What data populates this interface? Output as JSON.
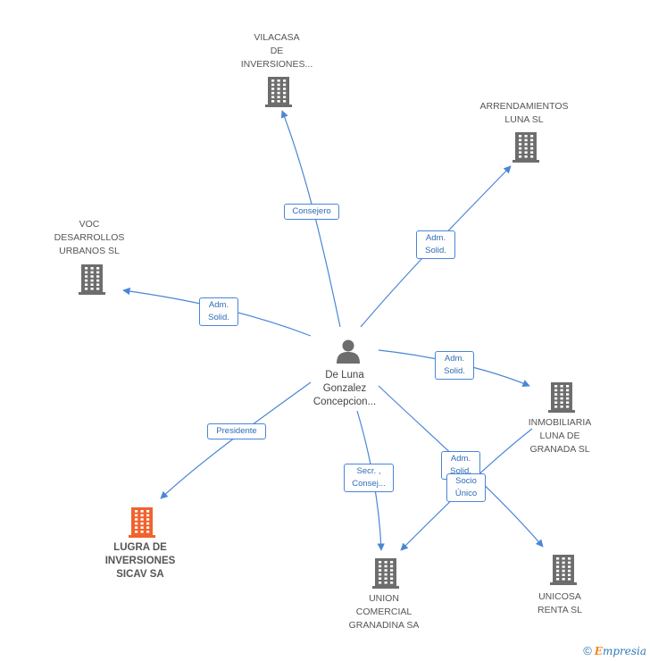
{
  "center": {
    "name": "De Luna\nGonzalez\nConcepcion..."
  },
  "nodes": [
    {
      "id": "vilacasa",
      "label": "VILACASA\nDE\nINVERSIONES...",
      "highlight": false
    },
    {
      "id": "arrendamientos",
      "label": "ARRENDAMIENTOS\nLUNA SL",
      "highlight": false
    },
    {
      "id": "voc",
      "label": "VOC\nDESARROLLOS\nURBANOS  SL",
      "highlight": false
    },
    {
      "id": "inmobiliaria",
      "label": "INMOBILIARIA\nLUNA DE\nGRANADA SL",
      "highlight": false
    },
    {
      "id": "lugra",
      "label": "LUGRA DE\nINVERSIONES\nSICAV SA",
      "highlight": true
    },
    {
      "id": "union",
      "label": "UNION\nCOMERCIAL\nGRANADINA SA",
      "highlight": false
    },
    {
      "id": "unicosa",
      "label": "UNICOSA\nRENTA SL",
      "highlight": false
    }
  ],
  "edge_labels": [
    {
      "id": "consejero",
      "text": "Consejero"
    },
    {
      "id": "adm-arrend",
      "text": "Adm.\nSolid."
    },
    {
      "id": "adm-voc",
      "text": "Adm.\nSolid."
    },
    {
      "id": "adm-inmob",
      "text": "Adm.\nSolid."
    },
    {
      "id": "presidente",
      "text": "Presidente"
    },
    {
      "id": "secr",
      "text": "Secr. ,\nConsej..."
    },
    {
      "id": "adm-unicosa",
      "text": "Adm.\nSolid."
    },
    {
      "id": "socio",
      "text": "Socio\nÚnico"
    }
  ],
  "colors": {
    "edge": "#4a86d6",
    "building": "#6d6d6d",
    "highlight": "#f0632e",
    "person": "#6d6d6d"
  },
  "footer": {
    "copyright": "©",
    "brand_initial": "E",
    "brand_rest": "mpresia"
  }
}
